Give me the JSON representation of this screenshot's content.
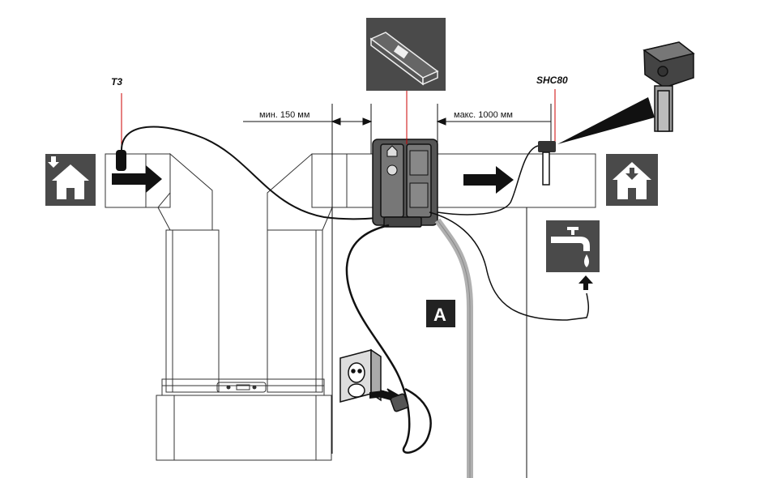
{
  "labels": {
    "sensor_t3": "T3",
    "sensor_shc80": "SHC80",
    "min_distance": "мин. 150 мм",
    "max_distance": "макс. 1000 мм",
    "badge_a": "A"
  },
  "icons": {
    "house_in": "house-down-arrow-icon",
    "house_out": "house-down-arrow-icon",
    "tap": "water-tap-icon",
    "spirit_level": "spirit-level-icon",
    "sensor_probe": "humidity-sensor-icon"
  },
  "colors": {
    "icon_bg": "#4a4a4a",
    "outline": "#222222",
    "hose": "#b0b0b0"
  }
}
